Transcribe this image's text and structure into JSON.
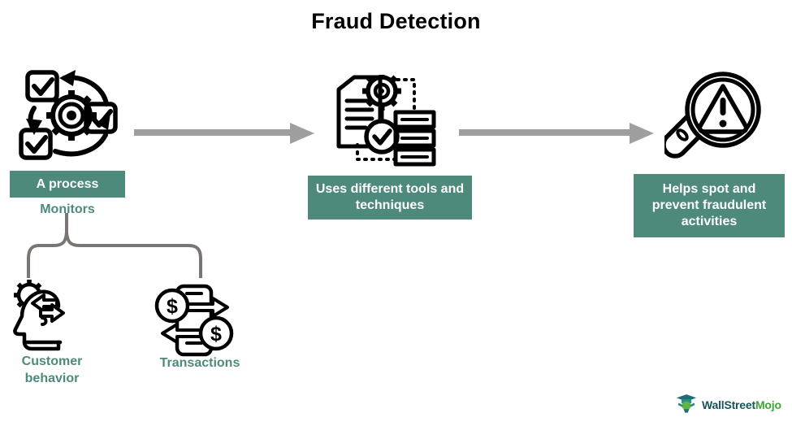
{
  "page": {
    "title": "Fraud Detection",
    "background": "#ffffff"
  },
  "colors": {
    "teal": "#4d8a7c",
    "teal_text": "#4d8a7c",
    "arrow_gray": "#9e9e9e",
    "brace_gray": "#7a7472",
    "icon_black": "#000000",
    "logo_dark": "#18535b",
    "logo_green": "#3fa535"
  },
  "flow": {
    "steps": [
      {
        "id": "step-1",
        "icon": "process-cycle-gear-checkbox-icon",
        "label": "A process",
        "caption": "Monitors"
      },
      {
        "id": "step-2",
        "icon": "document-gear-server-check-icon",
        "label": "Uses different tools and techniques",
        "caption": ""
      },
      {
        "id": "step-3",
        "icon": "magnifier-warning-icon",
        "label": "Helps spot and prevent fraudulent activities",
        "caption": ""
      }
    ],
    "arrows": [
      {
        "id": "arrow-1",
        "direction": "right"
      },
      {
        "id": "arrow-2",
        "direction": "right"
      }
    ]
  },
  "branch": {
    "connector": "curly-brace",
    "items": [
      {
        "id": "branch-customer-behavior",
        "icon": "head-gear-arrows-icon",
        "label": "Customer behavior"
      },
      {
        "id": "branch-transactions",
        "icon": "transaction-dollar-exchange-icon",
        "label": "Transactions"
      }
    ]
  },
  "logo": {
    "icon": "wallstreetmojo-mascot-icon",
    "text_primary": "WallStreet",
    "text_accent": "Mojo"
  }
}
